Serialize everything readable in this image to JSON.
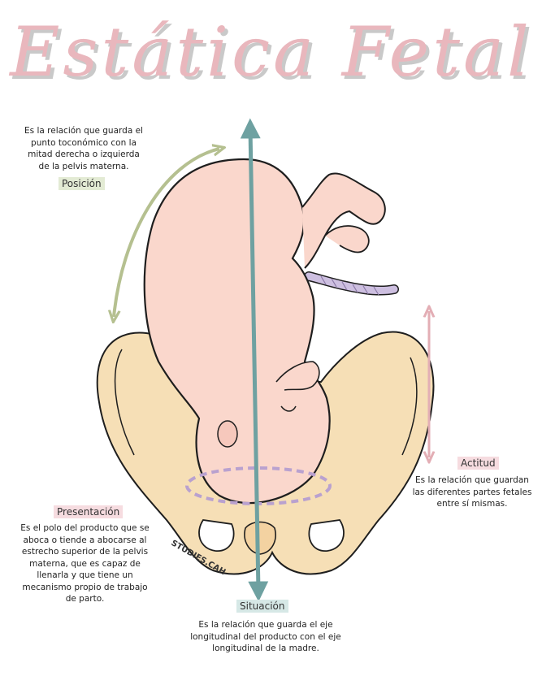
{
  "title": "Estática Fetal",
  "posicion": {
    "label": "Posición",
    "description": "Es la relación que guarda el punto toconómico con la mitad derecha o izquierda de la pelvis materna."
  },
  "actitud": {
    "label": "Actitud",
    "description": "Es la relación que guardan las diferentes partes fetales entre sí mismas."
  },
  "presentacion": {
    "label": "Presentación",
    "description": "Es el polo del producto que se aboca o tiende a abocarse al estrecho superior de la pelvis materna, que es capaz de llenarla y que tiene un mecanismo propio de trabajo de parto."
  },
  "situacion": {
    "label": "Situación",
    "description": "Es la relación que guarda el eje longitudinal del producto con el eje longitudinal de la madre."
  },
  "watermark": "STUDIES.CAH",
  "colors": {
    "title_pink": "#e9b7bd",
    "posicion_arrow": "#b5c090",
    "actitud_arrow": "#e3aeb5",
    "situacion_axis": "#6ea1a1",
    "presentacion_ellipse": "#b9a1cf",
    "pelvis": "#f6dfb6",
    "fetus_skin": "#fad7cc",
    "label_green_bg": "#e3ebd4",
    "label_pink_bg": "#f6dce0",
    "label_teal_bg": "#d6e8e6"
  }
}
